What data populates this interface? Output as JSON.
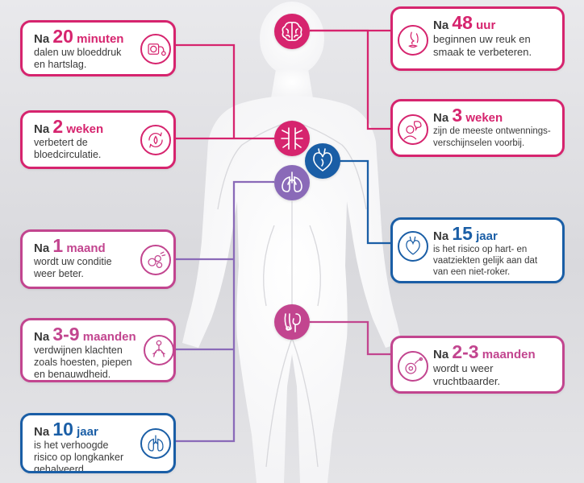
{
  "colors": {
    "magenta": "#d6246e",
    "pink": "#c2458f",
    "purple": "#8a6ab8",
    "blue": "#1a5ea6",
    "text": "#3a3a3a"
  },
  "cards": [
    {
      "id": "20min",
      "prefix": "Na",
      "number": "20",
      "unit": "minuten",
      "text": "dalen uw bloeddruk\nen hartslag.",
      "icon": "blood-pressure-icon"
    },
    {
      "id": "2wk",
      "prefix": "Na",
      "number": "2",
      "unit": "weken",
      "text": "verbetert de\nbloedcirculatie.",
      "icon": "circulation-icon"
    },
    {
      "id": "1mo",
      "prefix": "Na",
      "number": "1",
      "unit": "maand",
      "text": "wordt uw conditie\nweer beter.",
      "icon": "cells-icon"
    },
    {
      "id": "3-9mo",
      "prefix": "Na",
      "number": "3-9",
      "unit": "maanden",
      "text": "verdwijnen klachten\nzoals hoesten, piepen\nen benauwdheid.",
      "icon": "airways-icon"
    },
    {
      "id": "10y",
      "prefix": "Na",
      "number": "10",
      "unit": "jaar",
      "text": "is het verhoogde\nrisico op longkanker\ngehalveerd.",
      "icon": "lungs-icon"
    },
    {
      "id": "48u",
      "prefix": "Na",
      "number": "48",
      "unit": "uur",
      "text": "beginnen uw reuk en\nsmaak te verbeteren.",
      "icon": "face-icon"
    },
    {
      "id": "3wk",
      "prefix": "Na",
      "number": "3",
      "unit": "weken",
      "text": "zijn de meeste ontwennings-\nverschijnselen voorbij.",
      "icon": "person-thinking-icon"
    },
    {
      "id": "15y",
      "prefix": "Na",
      "number": "15",
      "unit": "jaar",
      "text": "is het risico op hart- en\nvaatziekten gelijk aan dat\nvan een niet-roker.",
      "icon": "heart-icon"
    },
    {
      "id": "2-3mo",
      "prefix": "Na",
      "number": "2-3",
      "unit": "maanden",
      "text": "wordt u weer\nvruchtbaarder.",
      "icon": "sperm-egg-icon"
    }
  ],
  "organs": [
    {
      "id": "brain",
      "icon": "brain-icon"
    },
    {
      "id": "vessels",
      "icon": "blood-vessels-icon"
    },
    {
      "id": "heart",
      "icon": "heart-icon"
    },
    {
      "id": "lungs",
      "icon": "lungs-icon"
    },
    {
      "id": "reproductive",
      "icon": "reproductive-organs-icon"
    }
  ]
}
